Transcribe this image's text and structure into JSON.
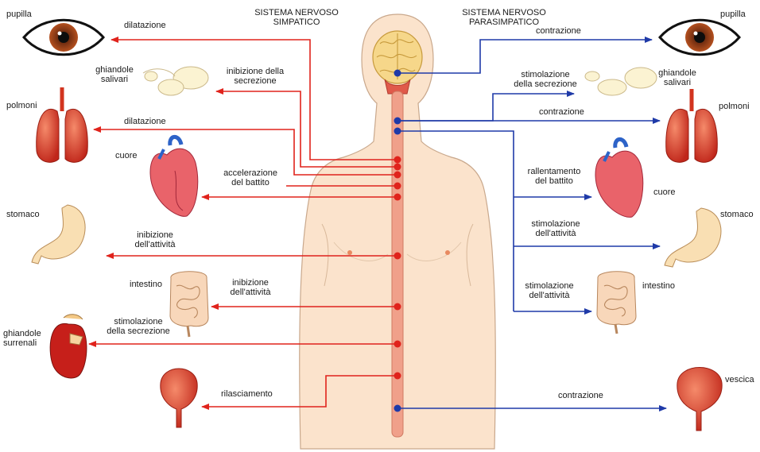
{
  "headers": {
    "sympathetic": [
      "SISTEMA NERVOSO",
      "SIMPATICO"
    ],
    "parasympathetic": [
      "SISTEMA NERVOSO",
      "PARASIMPATICO"
    ]
  },
  "organs_left": {
    "pupilla": "pupilla",
    "ghiandole_salivari": [
      "ghiandole",
      "salivari"
    ],
    "polmoni": "polmoni",
    "cuore": "cuore",
    "stomaco": "stomaco",
    "intestino": "intestino",
    "ghiandole_surrenali": [
      "ghiandole",
      "surrenali"
    ]
  },
  "organs_right": {
    "pupilla": "pupilla",
    "ghiandole_salivari": [
      "ghiandole",
      "salivari"
    ],
    "polmoni": "polmoni",
    "cuore": "cuore",
    "stomaco": "stomaco",
    "intestino": "intestino",
    "vescica": "vescica"
  },
  "effects_sympathetic": {
    "pupilla": "dilatazione",
    "salivari": [
      "inibizione della",
      "secrezione"
    ],
    "polmoni": "dilatazione",
    "cuore": [
      "accelerazione",
      "del battito"
    ],
    "stomaco": [
      "inibizione",
      "dell'attività"
    ],
    "intestino": [
      "inibizione",
      "dell'attività"
    ],
    "surrenali": [
      "stimolazione",
      "della secrezione"
    ],
    "vescica": "rilasciamento"
  },
  "effects_parasympathetic": {
    "pupilla": "contrazione",
    "salivari": [
      "stimolazione",
      "della secrezione"
    ],
    "polmoni": "contrazione",
    "cuore": [
      "rallentamento",
      "del battito"
    ],
    "stomaco": [
      "stimolazione",
      "dell'attività"
    ],
    "intestino": [
      "stimolazione",
      "dell'attività"
    ],
    "vescica": "contrazione"
  },
  "colors": {
    "sympathetic": "#e0231c",
    "parasympathetic": "#1f3aa8",
    "skin": "#fbe3cc",
    "body_outline": "#c9a88c"
  }
}
